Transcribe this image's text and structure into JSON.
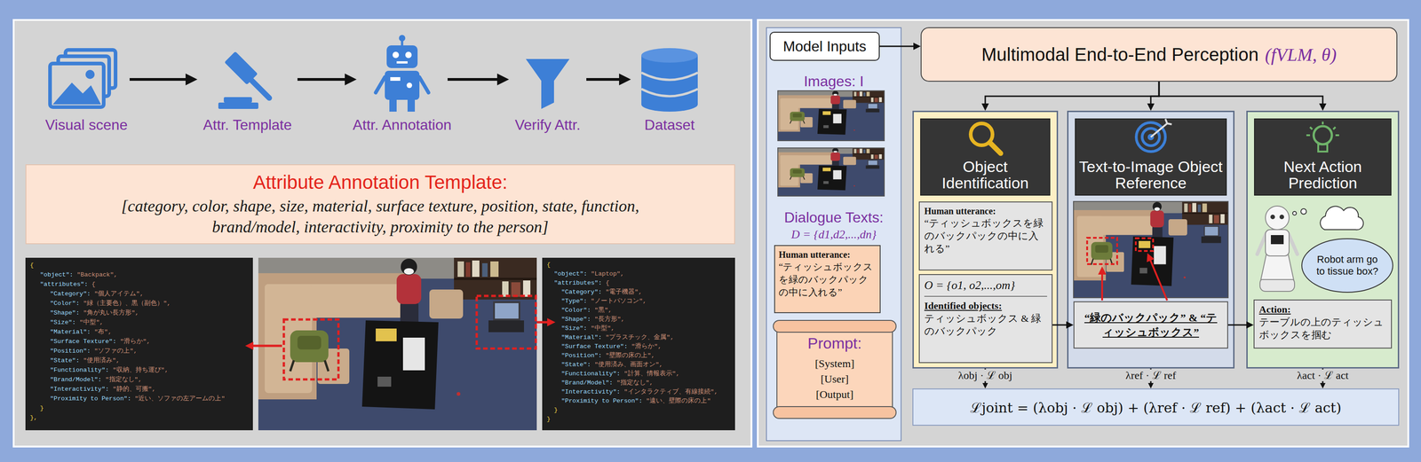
{
  "diagram": {
    "nodes": [
      {
        "text": [
          "Visual scene"
        ]
      },
      {
        "text": [
          "Attr. Template"
        ]
      },
      {
        "text": [
          "Attr. Annotation"
        ]
      },
      {
        "text": [
          "Verify Attr."
        ]
      },
      {
        "text": [
          "Dataset"
        ]
      },
      {
        "text": [
          "Attribute Annotation Template:",
          "[category, color, shape, size, material, surface texture, position, state, function, brand/model, interactivity, proximity to the person]"
        ]
      },
      {
        "text": [
          "{",
          "\"object\": \"Backpack\",",
          "\"attributes\": {",
          "\"Category\": \"個人アイテム\",",
          "\"Color\": \"緑（主要色）、黒（副色）\",",
          "\"Shape\": \"角が丸い長方形\",",
          "\"Size\": \"中型\",",
          "\"Material\": \"布\",",
          "\"Surface Texture\": \"滑らか\",",
          "\"Position\": \"ソファの上\",",
          "\"State\": \"使用済み\",",
          "\"Functionality\": \"収納、持ち運び\",",
          "\"Brand/Model\": \"指定なし\",",
          "\"Interactivity\": \"静的、可搬\",",
          "\"Proximity to Person\": \"近い、ソファの左アームの上\"",
          "}",
          "},"
        ]
      },
      {
        "text": [
          "{",
          "\"object\": \"Laptop\",",
          "\"attributes\": {",
          "\"Category\": \"電子機器\",",
          "\"Type\": \"ノートパソコン\",",
          "\"Color\": \"黒\",",
          "\"Shape\": \"長方形\",",
          "\"Size\": \"中型\",",
          "\"Material\": \"プラスチック、金属\",",
          "\"Surface Texture\": \"滑らか\",",
          "\"Position\": \"壁際の床の上\",",
          "\"State\": \"使用済み、画面オン\",",
          "\"Functionality\": \"計算、情報表示\",",
          "\"Brand/Model\": \"指定なし\",",
          "\"Interactivity\": \"インタラクティブ、有線接続\",",
          "\"Proximity to Person\": \"遠い、壁際の床の上\"",
          "}",
          "}"
        ]
      },
      {
        "text": [
          "Images: I",
          "Dialogue Texts:",
          "D = {d1,d2,...,dn}"
        ]
      },
      {
        "text": [
          "Model Inputs"
        ],
        "in": 8
      },
      {
        "text": [
          "Human utterance:",
          "“ティッシュボックスを緑のバックパックの中に入れる”"
        ],
        "in": 8
      },
      {
        "text": [
          "Prompt:",
          "[System]",
          "[User]",
          "[Output]"
        ],
        "in": 8
      },
      {
        "text": [
          "Multimodal End-to-End Perception",
          "(fVLM, θ)"
        ]
      },
      {
        "text": [
          "Object Identification"
        ]
      },
      {
        "text": [
          "Human utterance:",
          "“ティッシュボックスを緑のバックパックの中に入れる”"
        ],
        "in": 13
      },
      {
        "text": [
          "O = {o1, o2,...,om}",
          "Identified objects:",
          "ティッシュボックス & 緑のバックパック"
        ],
        "in": 13
      },
      {
        "text": [
          "Text-to-Image Object Reference"
        ]
      },
      {
        "text": [
          "“緑のバックパック” & “ティッシュボックス”"
        ],
        "in": 16
      },
      {
        "text": [
          "Next Action Prediction"
        ]
      },
      {
        "text": [
          "Robot arm go to tissue box?"
        ],
        "in": 18
      },
      {
        "text": [
          "Action:",
          "テーブルの上のティッシュボックスを掴む"
        ],
        "in": 18
      },
      {
        "text": [
          "ℒjoint = (λobj · ℒ obj) + (λref · ℒ ref) + (λact · ℒ act)"
        ]
      }
    ],
    "edges": [
      {
        "from": 0,
        "to": 1,
        "arrow": "to"
      },
      {
        "from": 1,
        "to": 2,
        "arrow": "to"
      },
      {
        "from": 2,
        "to": 3,
        "arrow": "to"
      },
      {
        "from": 3,
        "to": 4,
        "arrow": "to"
      },
      {
        "from": 9,
        "to": 12,
        "arrow": "to"
      },
      {
        "from": 12,
        "to": 13,
        "arrow": "to"
      },
      {
        "from": 12,
        "to": 16,
        "arrow": "to"
      },
      {
        "from": 12,
        "to": 18,
        "arrow": "to"
      },
      {
        "from": 15,
        "to": 17,
        "arrow": "to"
      },
      {
        "from": 17,
        "to": 20,
        "arrow": "to"
      },
      {
        "from": 13,
        "to": 21,
        "label": "λobj · ℒ obj",
        "arrow": "to"
      },
      {
        "from": 16,
        "to": 21,
        "label": "λref · ℒ ref",
        "arrow": "to"
      },
      {
        "from": 18,
        "to": 21,
        "label": "λact · ℒ act",
        "arrow": "to"
      }
    ]
  }
}
